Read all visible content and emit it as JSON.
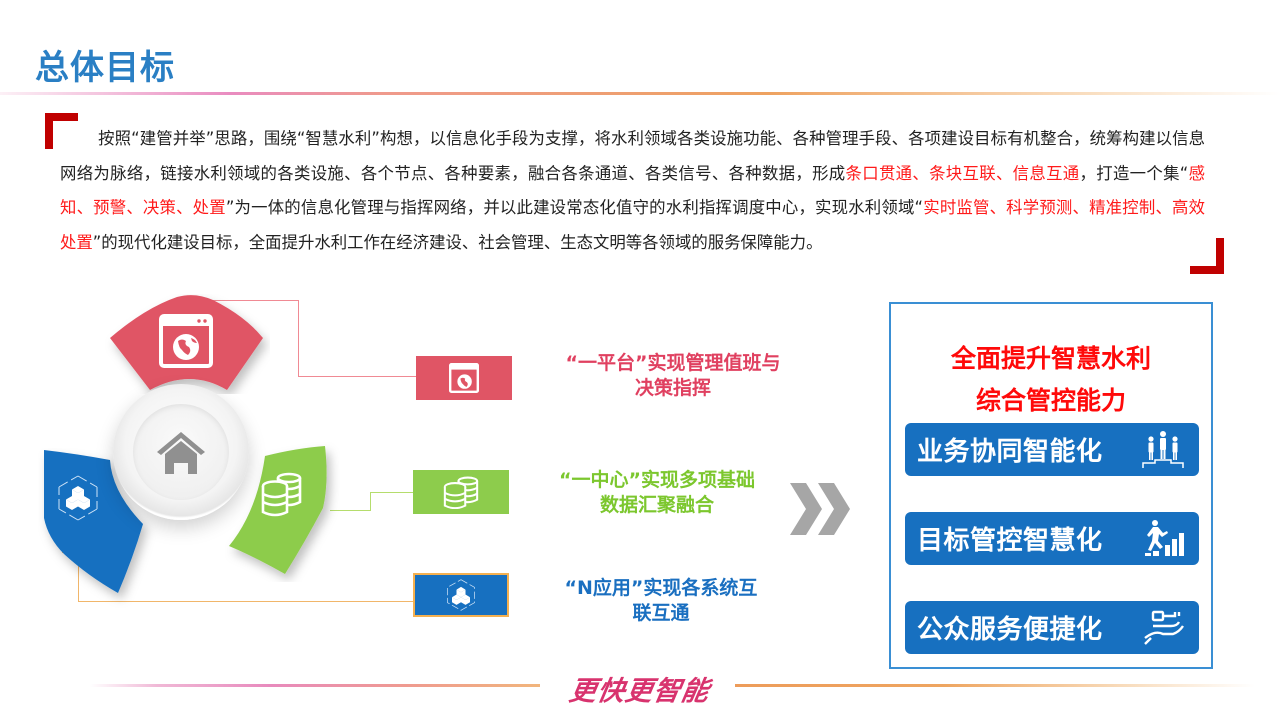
{
  "header": {
    "title": "总体目标"
  },
  "intro": {
    "segments": [
      {
        "text": "按照“建管并举”思路，围绕“智慧水利”构想，以信息化手段为支撑，将水利领域各类设施功能、各种管理手段、各项建设目标有机整合，统筹构建以信息网络为脉络，链接水利领域的各类设施、各个节点、各种要素，融合各条通道、各类信号、各种数据，形成",
        "highlight": false
      },
      {
        "text": "条口贯通、条块互联、信息互通",
        "highlight": true
      },
      {
        "text": "，打造一个集“",
        "highlight": false
      },
      {
        "text": "感知、预警、决策、处置",
        "highlight": true
      },
      {
        "text": "”为一体的信息化管理与指挥网络，并以此建设常态化值守的水利指挥调度中心，实现水利领域“",
        "highlight": false
      },
      {
        "text": "实时监管、科学预测、精准控制、高效处置",
        "highlight": true
      },
      {
        "text": "”的现代化建设目标，全面提升水利工作在经济建设、社会管理、生态文明等各领域的服务保障能力。",
        "highlight": false
      }
    ]
  },
  "diagram": {
    "center_icon": "home-icon",
    "items": [
      {
        "icon": "web-globe-icon",
        "color": "#e05565",
        "line1": "“一平台”实现管理值班与",
        "line2": "决策指挥",
        "text_color": "#e04060"
      },
      {
        "icon": "database-coins-icon",
        "color": "#8dcc4c",
        "line1": "“一中心”实现多项基础",
        "line2": "数据汇聚融合",
        "text_color": "#7cc72e"
      },
      {
        "icon": "cubes-hexagon-icon",
        "color": "#1770c0",
        "line1": "“N应用”实现各系统互",
        "line2": "联互通",
        "text_color": "#1a6fc0"
      }
    ],
    "arrow_icon": "double-chevron-right-icon"
  },
  "goals": {
    "title_line1": "全面提升智慧水利",
    "title_line2": "综合管控能力",
    "items": [
      {
        "label": "业务协同智能化",
        "icon": "team-podium-icon"
      },
      {
        "label": "目标管控智慧化",
        "icon": "climbing-bars-icon"
      },
      {
        "label": "公众服务便捷化",
        "icon": "hand-service-icon"
      }
    ]
  },
  "footer": {
    "slogan": "更快更智能"
  },
  "colors": {
    "title_blue": "#2a7fc4",
    "highlight_red": "#ff1a1a",
    "bracket_red": "#c00000",
    "petal_red": "#e05565",
    "petal_green": "#8dcc4c",
    "petal_blue": "#1770c0",
    "goal_red": "#ff0a0a",
    "slogan_pink": "#d8336e"
  }
}
